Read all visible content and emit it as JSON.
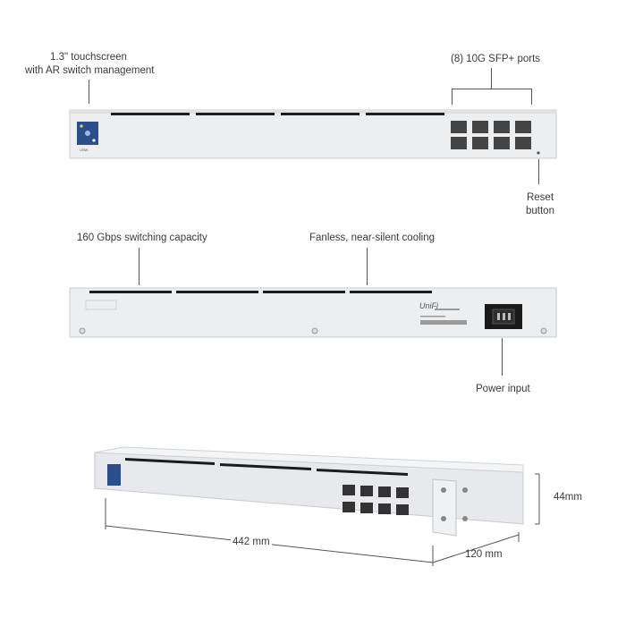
{
  "front_panel": {
    "touchscreen_label_line1": "1.3\" touchscreen",
    "touchscreen_label_line2": "with AR switch management",
    "sfp_label": "(8) 10G SFP+ ports",
    "reset_label_line1": "Reset",
    "reset_label_line2": "button",
    "device_tag": "USW"
  },
  "rear_panel": {
    "switching_label": "160 Gbps switching capacity",
    "cooling_label": "Fanless, near-silent cooling",
    "power_label": "Power input",
    "brand_logo": "UniFi"
  },
  "dimensions": {
    "width": "442 mm",
    "depth": "120 mm",
    "height": "44mm"
  },
  "colors": {
    "chassis": "#eceef0",
    "chassis_edge": "#c9ccd0",
    "vent": "#1c1c1c",
    "screen": "#2b4f8c",
    "port": "#444444"
  }
}
